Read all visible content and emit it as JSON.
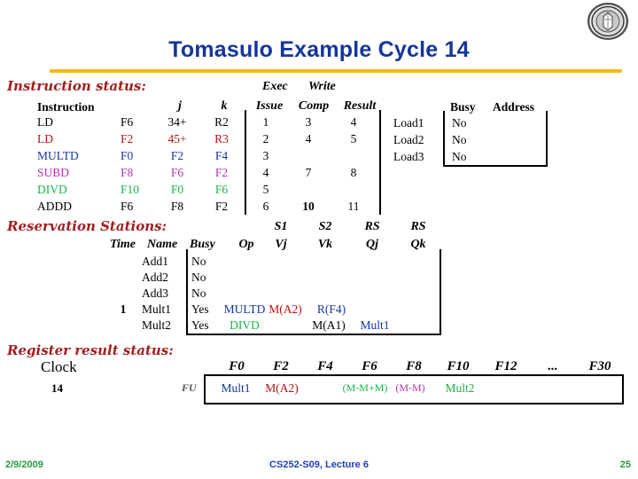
{
  "slide": {
    "title": "Tomasulo Example Cycle 14",
    "logo_icon": "berkeley-seal-icon",
    "accent_gold": "#f5b91b",
    "title_color": "#14369b"
  },
  "instruction_status": {
    "heading": "Instruction status:",
    "group_headers": {
      "exec": "Exec",
      "write": "Write"
    },
    "columns": [
      "Instruction",
      "j",
      "k",
      "Issue",
      "Comp",
      "Result"
    ],
    "rows": [
      {
        "op": "LD",
        "j": "F6",
        "k2": "34+",
        "k": "R2",
        "issue": "1",
        "comp": "3",
        "result": "4",
        "color": "c-black"
      },
      {
        "op": "LD",
        "j": "F2",
        "k2": "45+",
        "k": "R3",
        "issue": "2",
        "comp": "4",
        "result": "5",
        "color": "c-red"
      },
      {
        "op": "MULTD",
        "j": "F0",
        "k2": "F2",
        "k": "F4",
        "issue": "3",
        "comp": "",
        "result": "",
        "color": "c-blue"
      },
      {
        "op": "SUBD",
        "j": "F8",
        "k2": "F6",
        "k": "F2",
        "issue": "4",
        "comp": "7",
        "result": "8",
        "color": "c-magenta"
      },
      {
        "op": "DIVD",
        "j": "F10",
        "k2": "F0",
        "k": "F6",
        "issue": "5",
        "comp": "",
        "result": "",
        "color": "c-green"
      },
      {
        "op": "ADDD",
        "j": "F6",
        "k2": "F8",
        "k": "F2",
        "issue": "6",
        "comp": "10",
        "result": "11",
        "color": "c-black"
      }
    ]
  },
  "load_buffers": {
    "columns": [
      "Busy",
      "Address"
    ],
    "rows": [
      {
        "name": "Load1",
        "busy": "No",
        "address": ""
      },
      {
        "name": "Load2",
        "busy": "No",
        "address": ""
      },
      {
        "name": "Load3",
        "busy": "No",
        "address": ""
      }
    ]
  },
  "reservation_stations": {
    "heading": "Reservation Stations:",
    "group_headers": {
      "s1": "S1",
      "s2": "S2",
      "rs1": "RS",
      "rs2": "RS"
    },
    "columns": [
      "Time",
      "Name",
      "Busy",
      "Op",
      "Vj",
      "Vk",
      "Qj",
      "Qk"
    ],
    "rows": [
      {
        "time": "",
        "name": "Add1",
        "busy": "No",
        "op": "",
        "op_color": "c-black",
        "vj": "",
        "vj_color": "c-black",
        "vk": "",
        "vk_color": "c-black",
        "qj": "",
        "qj_color": "c-black",
        "qk": ""
      },
      {
        "time": "",
        "name": "Add2",
        "busy": "No",
        "op": "",
        "op_color": "c-black",
        "vj": "",
        "vj_color": "c-black",
        "vk": "",
        "vk_color": "c-black",
        "qj": "",
        "qj_color": "c-black",
        "qk": ""
      },
      {
        "time": "",
        "name": "Add3",
        "busy": "No",
        "op": "",
        "op_color": "c-black",
        "vj": "",
        "vj_color": "c-black",
        "vk": "",
        "vk_color": "c-black",
        "qj": "",
        "qj_color": "c-black",
        "qk": ""
      },
      {
        "time": "1",
        "name": "Mult1",
        "busy": "Yes",
        "op": "MULTD",
        "op_color": "c-blue",
        "vj": "M(A2)",
        "vj_color": "c-red",
        "vk": "R(F4)",
        "vk_color": "c-blue",
        "qj": "",
        "qj_color": "c-black",
        "qk": ""
      },
      {
        "time": "",
        "name": "Mult2",
        "busy": "Yes",
        "op": "DIVD",
        "op_color": "c-green",
        "vj": "",
        "vj_color": "c-black",
        "vk": "M(A1)",
        "vk_color": "c-black",
        "qj": "Mult1",
        "qj_color": "c-blue",
        "qk": ""
      }
    ]
  },
  "register_result_status": {
    "heading": "Register result status:",
    "clock_label": "Clock",
    "clock_value": "14",
    "fu_label": "FU",
    "registers": [
      "F0",
      "F2",
      "F4",
      "F6",
      "F8",
      "F10",
      "F12",
      "...",
      "F30"
    ],
    "values": [
      {
        "reg": "F0",
        "value": "Mult1",
        "color": "c-blue"
      },
      {
        "reg": "F2",
        "value": "M(A2)",
        "color": "c-red"
      },
      {
        "reg": "F4",
        "value": "",
        "color": "c-black"
      },
      {
        "reg": "F6",
        "value": "(M-M+M)",
        "color": "c-green"
      },
      {
        "reg": "F8",
        "value": "(M-M)",
        "color": "c-magenta"
      },
      {
        "reg": "F10",
        "value": "Mult2",
        "color": "c-green"
      },
      {
        "reg": "F12",
        "value": "",
        "color": "c-black"
      },
      {
        "reg": "...",
        "value": "",
        "color": "c-black"
      },
      {
        "reg": "F30",
        "value": "",
        "color": "c-black"
      }
    ]
  },
  "footer": {
    "date": "2/9/2009",
    "course": "CS252-S09, Lecture 6",
    "page": "25"
  }
}
